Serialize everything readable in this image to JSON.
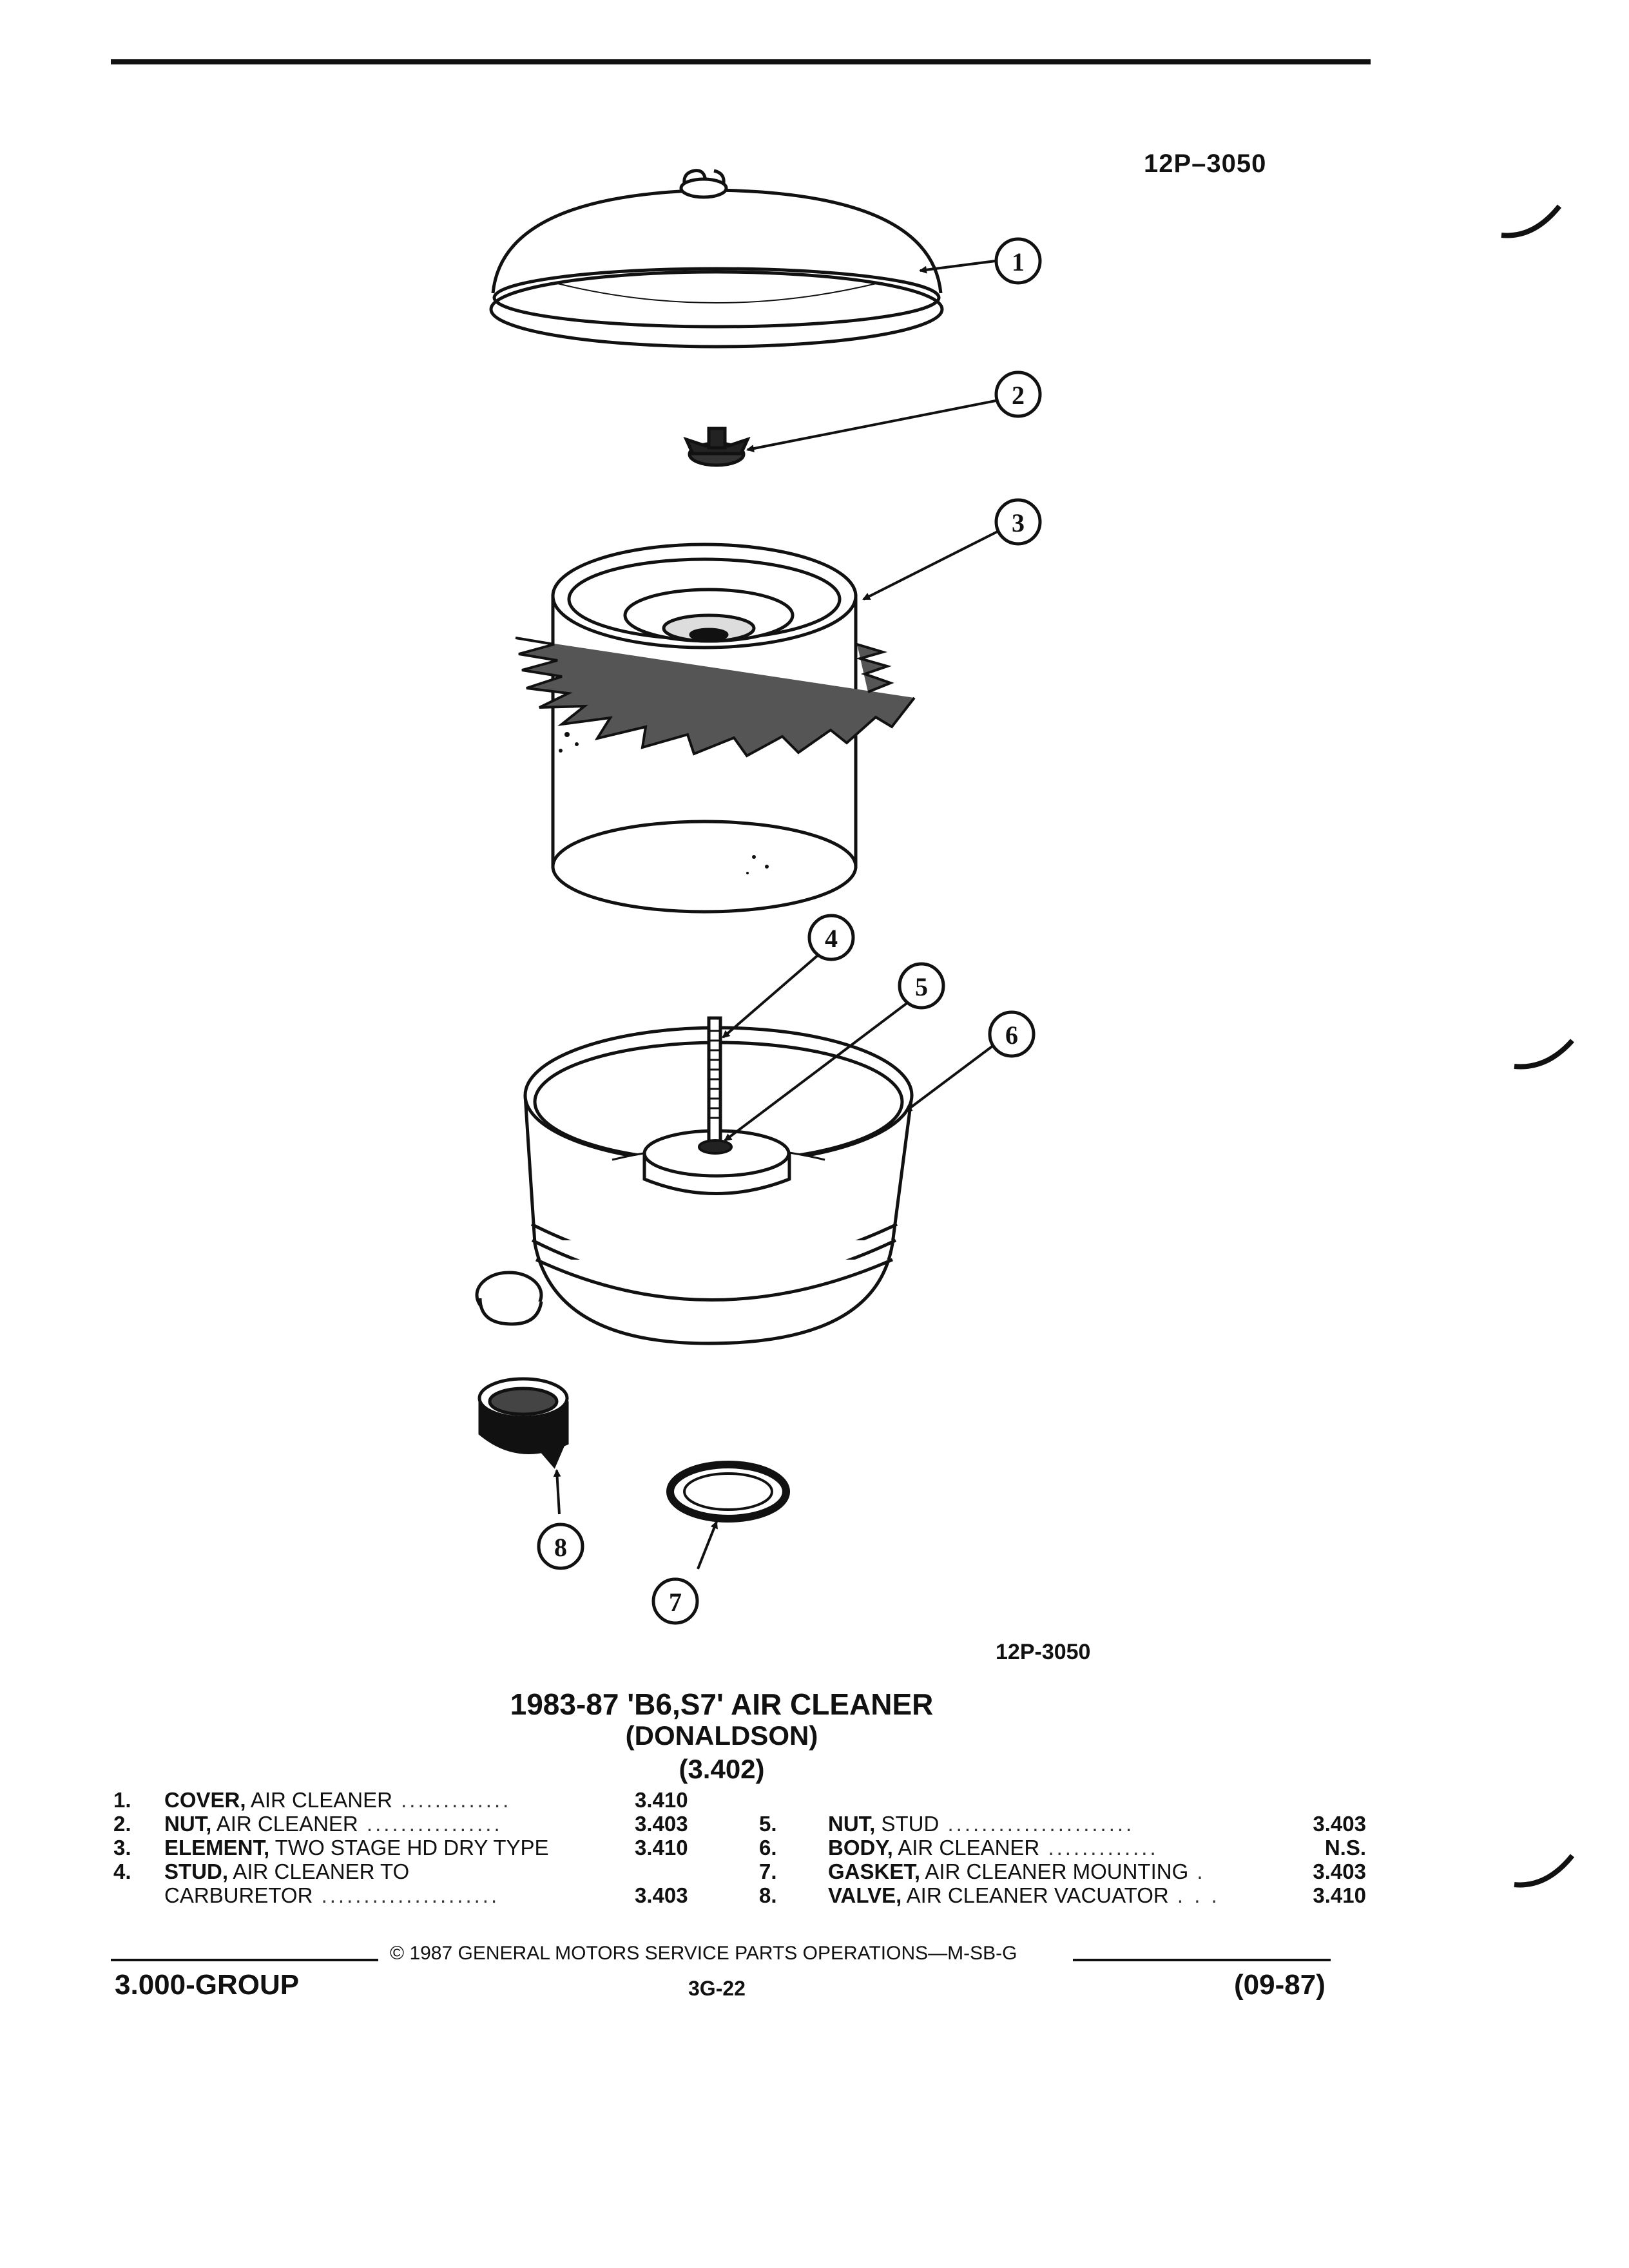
{
  "figure_code_top": "12P–3050",
  "figure_code_bottom": "12P-3050",
  "title": {
    "line1": "1983-87 'B6,S7' AIR CLEANER",
    "line2": "(DONALDSON)",
    "line3": "(3.402)"
  },
  "callouts": [
    "1",
    "2",
    "3",
    "4",
    "5",
    "6",
    "7",
    "8"
  ],
  "parts_left": [
    {
      "num": "1.",
      "bold": "COVER,",
      "rest": " AIR CLEANER",
      "dots": " .............",
      "ref": "3.410"
    },
    {
      "num": "2.",
      "bold": "NUT,",
      "rest": " AIR CLEANER",
      "dots": " ................",
      "ref": "3.403"
    },
    {
      "num": "3.",
      "bold": "ELEMENT,",
      "rest": " TWO STAGE HD DRY TYPE",
      "dots": "",
      "ref": "3.410"
    },
    {
      "num": "4.",
      "bold": "STUD,",
      "rest": " AIR CLEANER TO",
      "dots": "",
      "ref": ""
    },
    {
      "num": "",
      "bold": "",
      "rest": "CARBURETOR",
      "dots": " .....................",
      "ref": "3.403"
    }
  ],
  "parts_right": [
    {
      "num": "5.",
      "bold": "NUT,",
      "rest": " STUD",
      "dots": " ......................",
      "ref": "3.403"
    },
    {
      "num": "6.",
      "bold": "BODY,",
      "rest": " AIR CLEANER",
      "dots": " .............",
      "ref": "N.S."
    },
    {
      "num": "7.",
      "bold": "GASKET,",
      "rest": " AIR CLEANER MOUNTING",
      "dots": "  .",
      "ref": "3.403"
    },
    {
      "num": "8.",
      "bold": "VALVE,",
      "rest": " AIR CLEANER VACUATOR",
      "dots": " . . .",
      "ref": "3.410"
    }
  ],
  "footer": {
    "copyright": "© 1987 GENERAL MOTORS SERVICE PARTS OPERATIONS—M-SB-G",
    "group": "3.000-GROUP",
    "page": "3G-22",
    "date": "(09-87)"
  }
}
